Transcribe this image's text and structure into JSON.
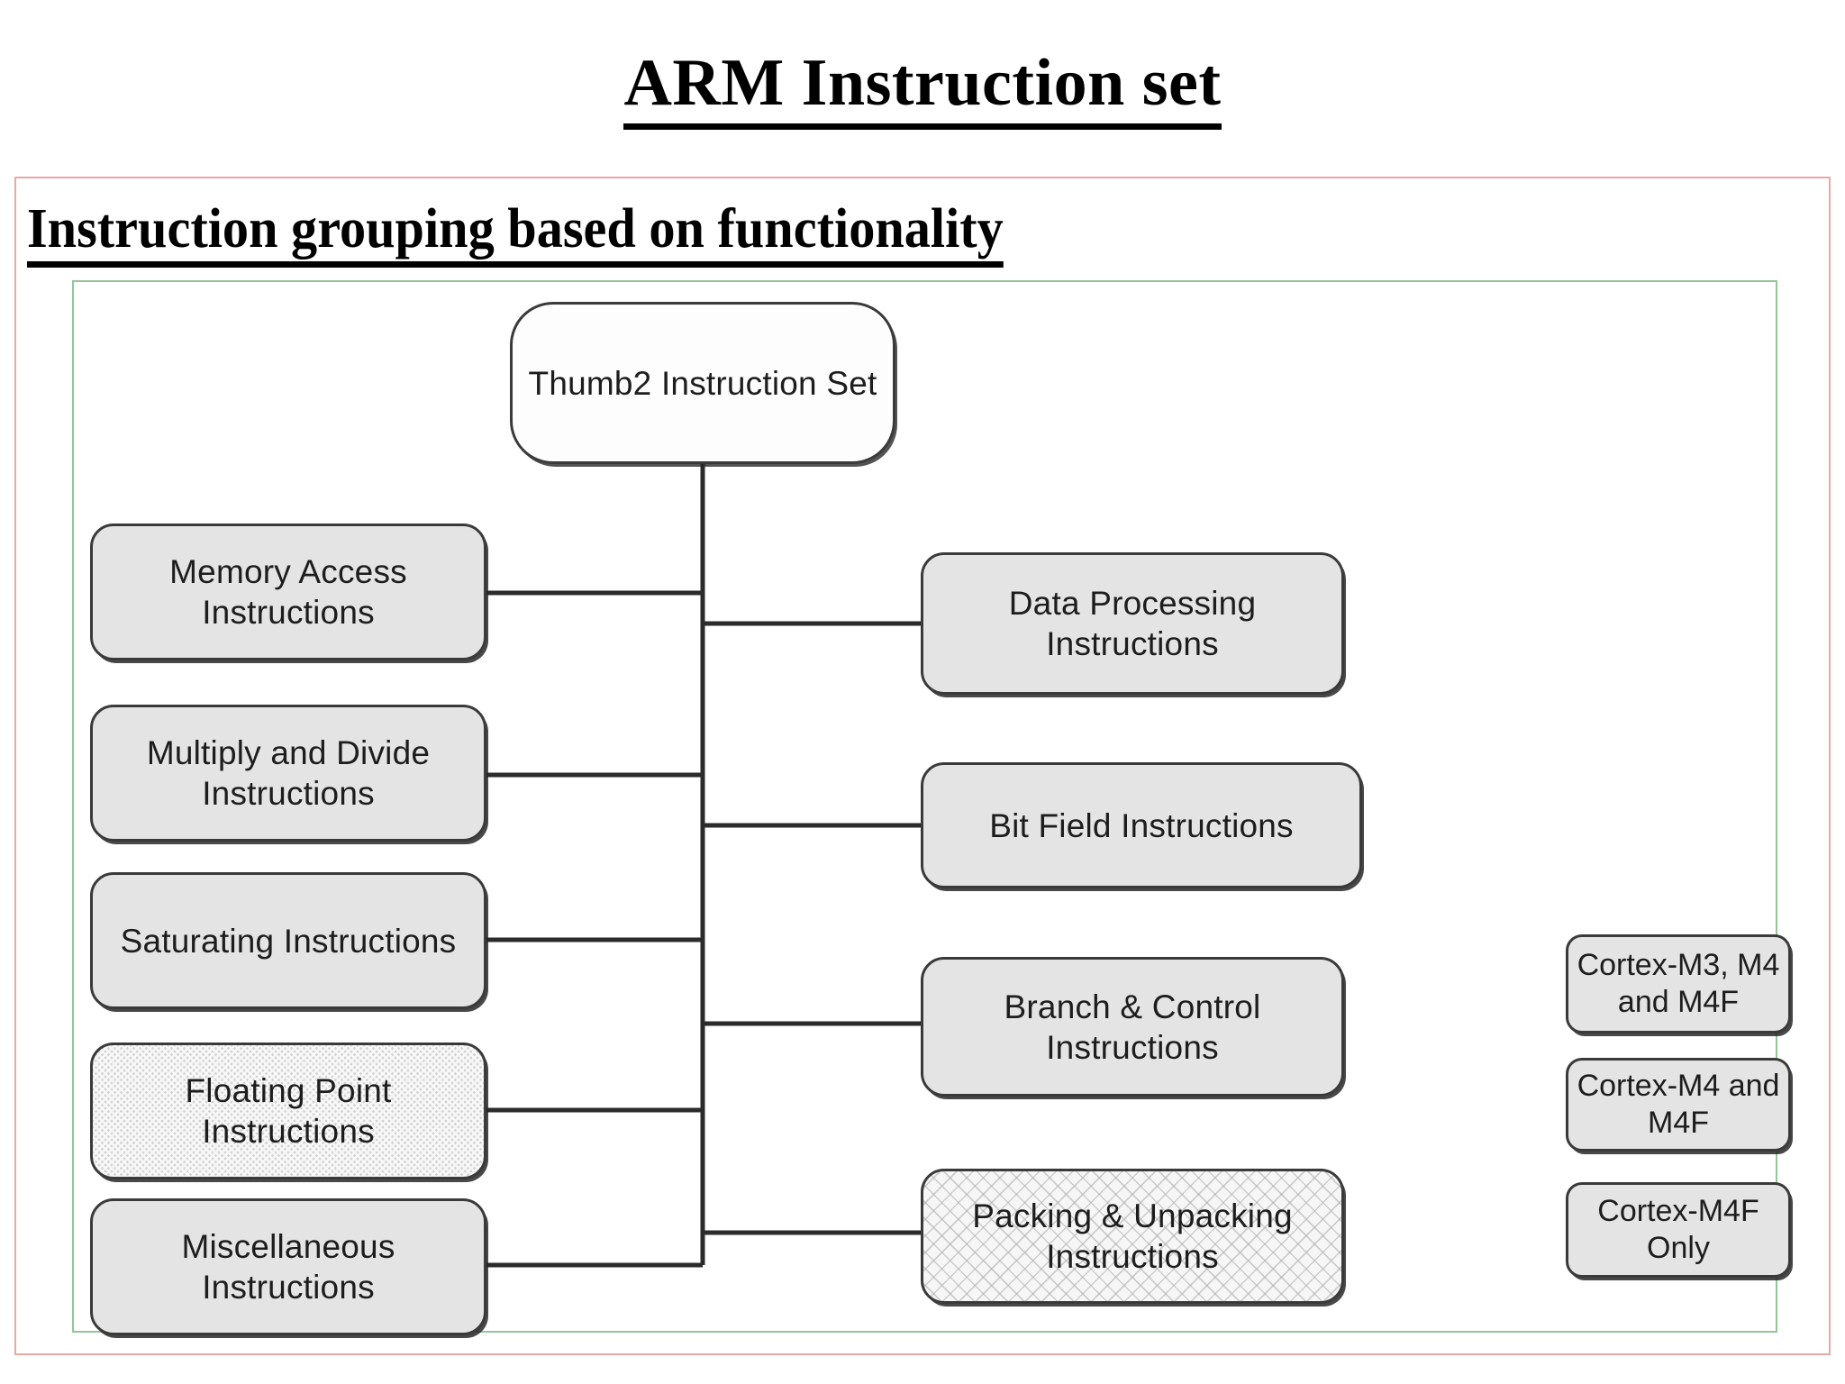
{
  "slide": {
    "title": "ARM Instruction set",
    "subtitle": "Instruction grouping based on functionality"
  },
  "diagram": {
    "type": "tree",
    "root": {
      "label": "Thumb2 Instruction Set",
      "fill": "plain"
    },
    "left_branch": [
      {
        "label": "Memory Access Instructions",
        "fill": "solid-gray"
      },
      {
        "label": "Multiply and Divide Instructions",
        "fill": "solid-gray"
      },
      {
        "label": "Saturating Instructions",
        "fill": "solid-gray"
      },
      {
        "label": "Floating Point Instructions",
        "fill": "dots"
      },
      {
        "label": "Miscellaneous Instructions",
        "fill": "solid-gray"
      }
    ],
    "right_branch": [
      {
        "label": "Data Processing Instructions",
        "fill": "solid-gray"
      },
      {
        "label": "Bit Field Instructions",
        "fill": "solid-gray"
      },
      {
        "label": "Branch & Control Instructions",
        "fill": "solid-gray"
      },
      {
        "label": "Packing & Unpacking Instructions",
        "fill": "mesh"
      }
    ],
    "legend": [
      {
        "label": "Cortex-M3, M4 and M4F",
        "fill": "solid-gray"
      },
      {
        "label": "Cortex-M4 and M4F",
        "fill": "mesh"
      },
      {
        "label": "Cortex-M4F Only",
        "fill": "dots"
      }
    ]
  },
  "colors": {
    "outer_frame": "#e8a9a4",
    "inner_frame": "#94c49a",
    "node_fill": "#e4e4e4",
    "node_border": "#3a3a3a",
    "text": "#1d1d1d",
    "wire": "#2b2b2b"
  }
}
